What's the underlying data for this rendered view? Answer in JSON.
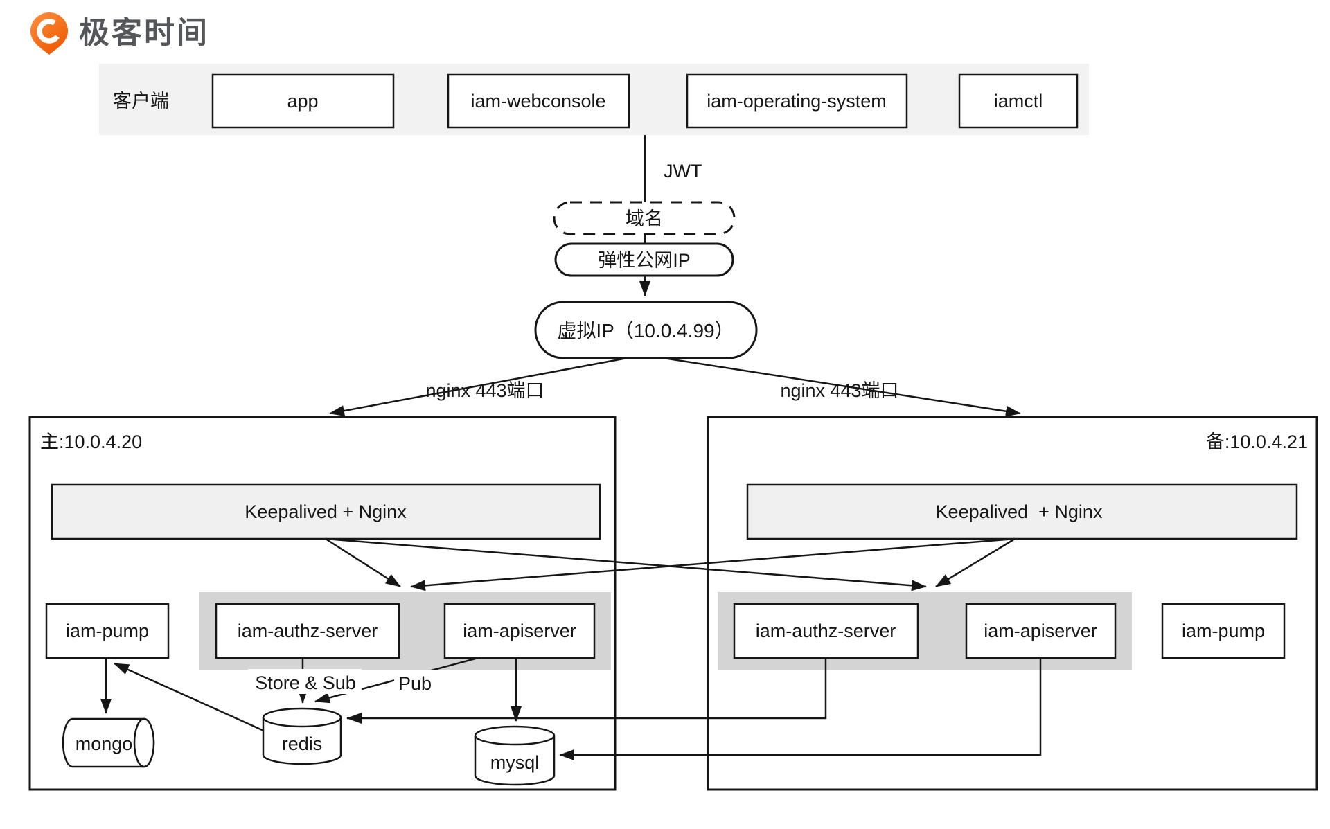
{
  "colors": {
    "accent_orange": "#f25b02",
    "logo_text_color": "#55565a",
    "client_row_bg": "#f2f2f2",
    "lb_bar_fill": "#f0f0f0",
    "service_band_fill": "#d4d4d4",
    "line_color": "#161616"
  },
  "logo": {
    "brand": "极客时间"
  },
  "clients": {
    "label": "客户端",
    "items": [
      {
        "label": "app"
      },
      {
        "label": "iam-webconsole"
      },
      {
        "label": "iam-operating-system"
      },
      {
        "label": "iamctl"
      }
    ]
  },
  "flow": {
    "jwt_label": "JWT",
    "domain_label": "域名",
    "elastic_ip_label": "弹性公网IP",
    "virtual_ip_label": "虚拟IP（10.0.4.99）",
    "nginx_port_left": "nginx 443端口",
    "nginx_port_right": "nginx 443端口"
  },
  "master_node": {
    "title": "主:10.0.4.20",
    "lb_label": "Keepalived + Nginx",
    "services": {
      "pump": "iam-pump",
      "authz": "iam-authz-server",
      "apiserver": "iam-apiserver"
    },
    "edge_labels": {
      "store_sub": "Store & Sub",
      "pub": "Pub"
    },
    "datastores": {
      "mongo": "mongo",
      "redis": "redis",
      "mysql": "mysql"
    }
  },
  "backup_node": {
    "title": "备:10.0.4.21",
    "lb_label": "Keepalived  + Nginx",
    "services": {
      "authz": "iam-authz-server",
      "apiserver": "iam-apiserver",
      "pump": "iam-pump"
    }
  }
}
